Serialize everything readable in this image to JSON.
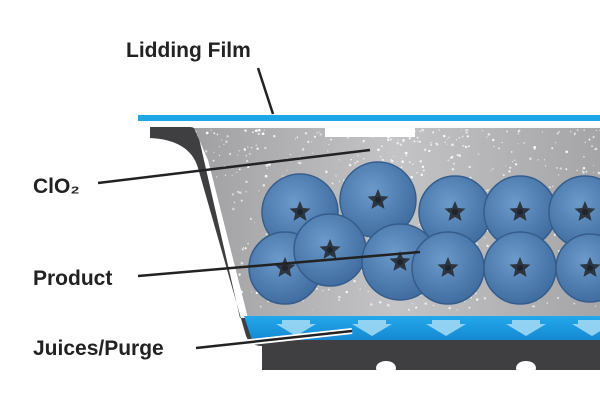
{
  "labels": {
    "lidding_film": "Lidding Film",
    "clo2": "ClO₂",
    "product": "Product",
    "juices_purge": "Juices/Purge"
  },
  "colors": {
    "lidding_film": "#1ea6e8",
    "tray": "#3f3f42",
    "headspace_gas": "#a6a6a8",
    "berry": "#4f7fb5",
    "berry_calyx": "#2c3540",
    "juice": "#1d9be3",
    "juice_arrow": "#9fd8f5",
    "leader_line": "#222222"
  },
  "icons": {
    "berry": "blueberry-icon",
    "juice_arrow": "down-arrow-icon"
  }
}
